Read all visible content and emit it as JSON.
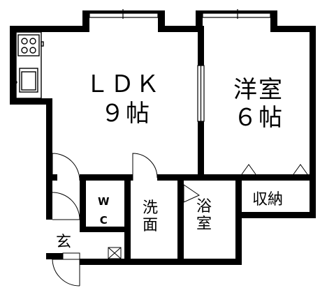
{
  "rooms": {
    "ldk": {
      "name": "ＬＤＫ",
      "size": "９帖"
    },
    "western_room": {
      "name": "洋室",
      "size": "６帖"
    },
    "storage": {
      "name": "収納"
    },
    "bath": {
      "char1": "浴",
      "char2": "室"
    },
    "washroom": {
      "char1": "洗",
      "char2": "面"
    },
    "wc": {
      "char1": "W",
      "char2": "C"
    },
    "entrance": {
      "name": "玄"
    }
  },
  "colors": {
    "wall": "#000000",
    "background": "#ffffff",
    "fixture": "#000000"
  }
}
